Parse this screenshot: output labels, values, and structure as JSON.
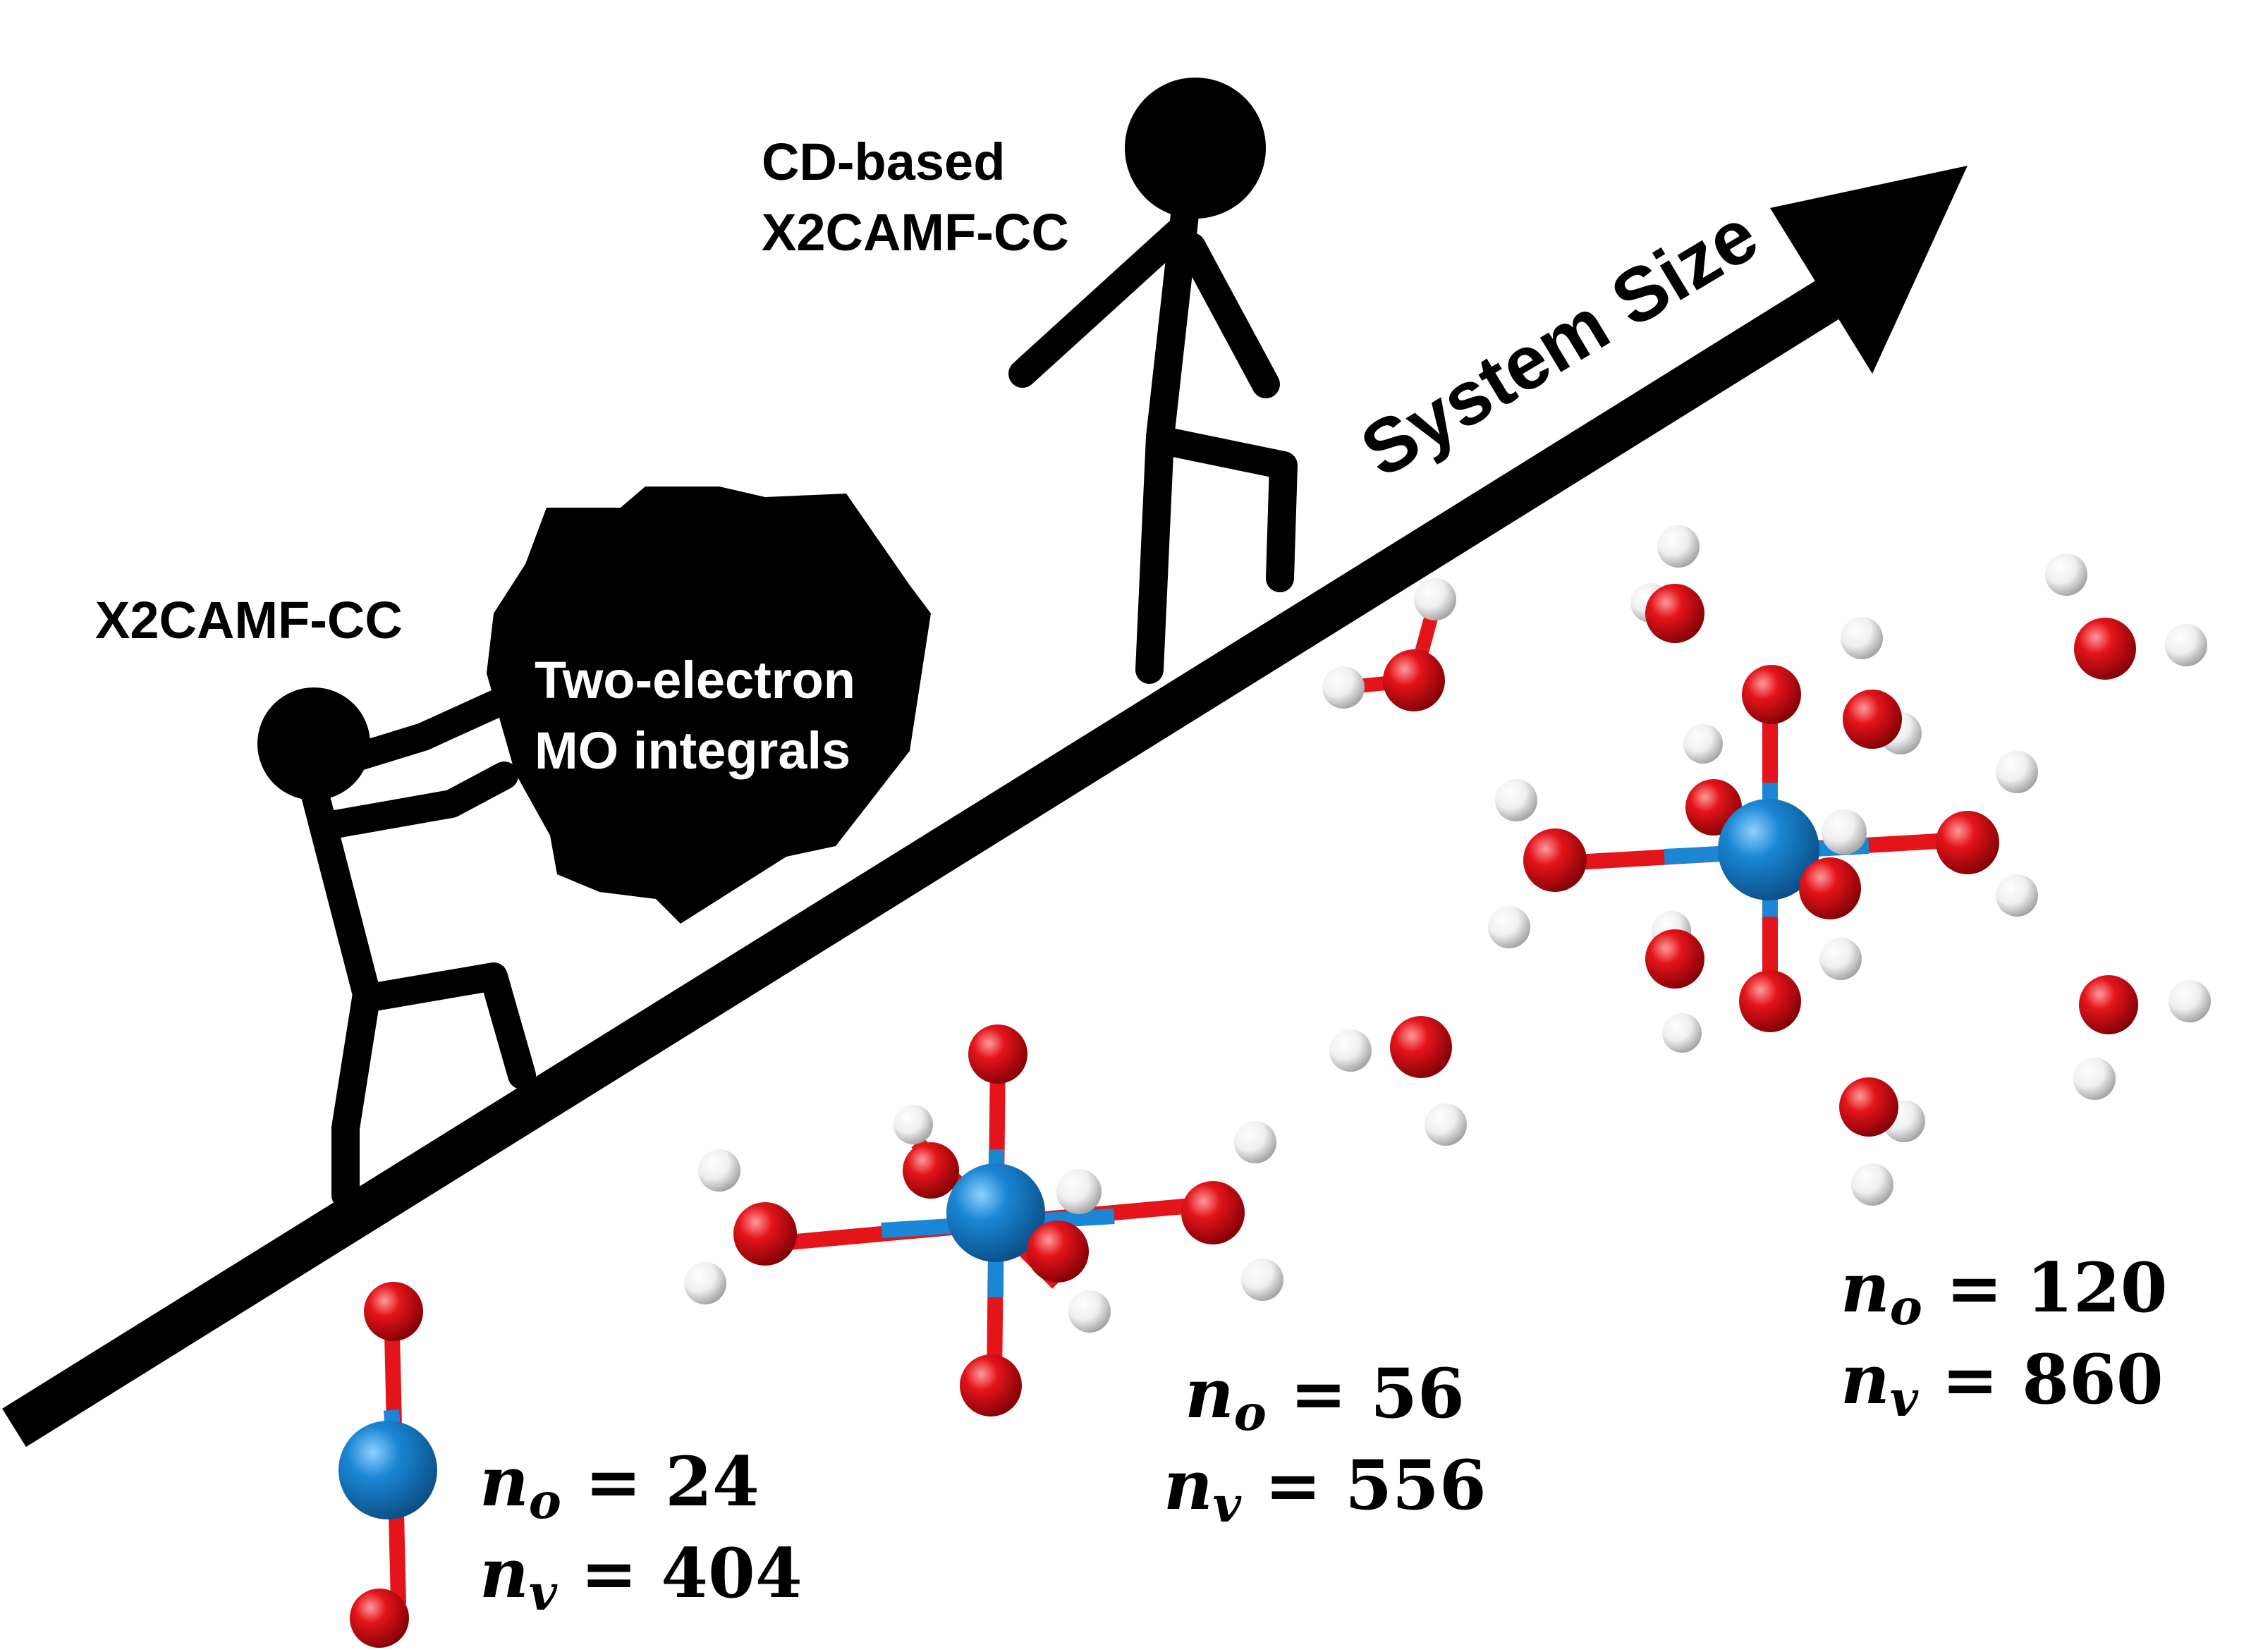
{
  "labels": {
    "cd_line1": "CD-based",
    "cd_line2": "X2CAMF-CC",
    "left_method": "X2CAMF-CC",
    "boulder_line1": "Two-electron",
    "boulder_line2": "MO integrals",
    "axis": "System Size"
  },
  "systems": [
    {
      "n_o_symbol": "n",
      "n_o_sub": "o",
      "n_o_eq": " = 24",
      "n_v_symbol": "n",
      "n_v_sub": "v",
      "n_v_eq": " = 404"
    },
    {
      "n_o_symbol": "n",
      "n_o_sub": "o",
      "n_o_eq": " = 56",
      "n_v_symbol": "n",
      "n_v_sub": "v",
      "n_v_eq": " = 556"
    },
    {
      "n_o_symbol": "n",
      "n_o_sub": "o",
      "n_o_eq": " = 120",
      "n_v_symbol": "n",
      "n_v_sub": "v",
      "n_v_eq": " = 860"
    }
  ],
  "colors": {
    "uranium": "#1a86d4",
    "oxygen": "#e3141a",
    "hydrogen": "#f2f2f2",
    "figure": "#000000"
  }
}
